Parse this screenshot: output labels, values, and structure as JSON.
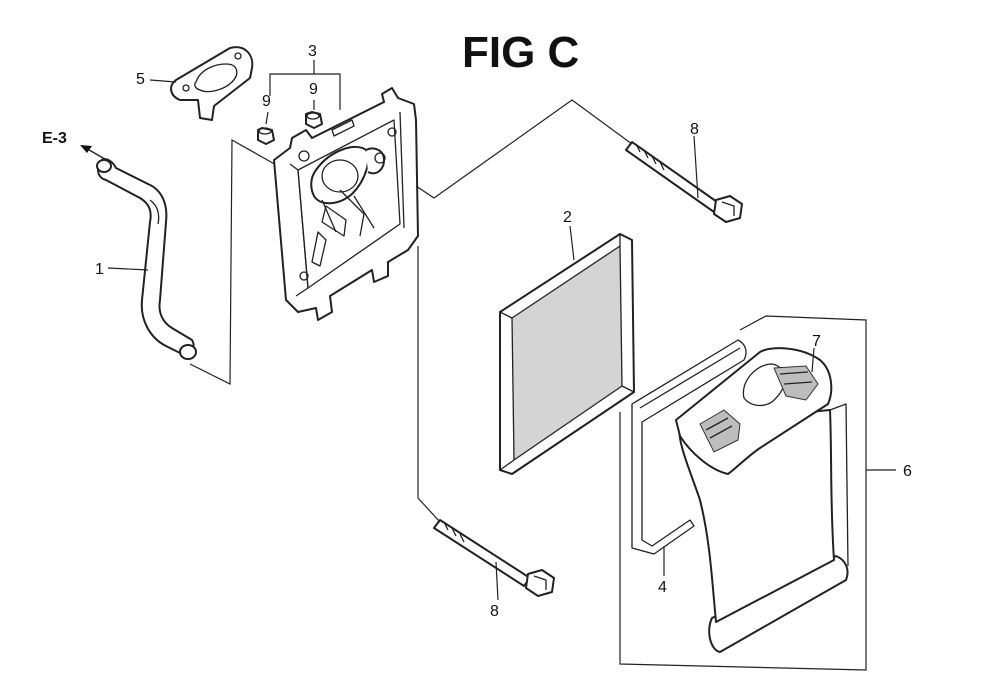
{
  "figure": {
    "title": "FIG C",
    "reference": "E-3"
  },
  "callouts": {
    "c1": "1",
    "c2": "2",
    "c3": "3",
    "c4": "4",
    "c5": "5",
    "c6": "6",
    "c7": "7",
    "c8a": "8",
    "c8b": "8",
    "c9a": "9",
    "c9b": "9"
  }
}
